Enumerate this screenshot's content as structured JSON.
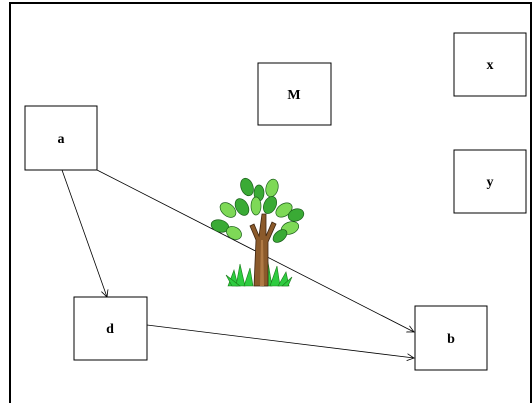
{
  "diagram": {
    "nodes": [
      {
        "id": "a",
        "label": "a"
      },
      {
        "id": "M",
        "label": "M"
      },
      {
        "id": "x",
        "label": "x"
      },
      {
        "id": "y",
        "label": "y"
      },
      {
        "id": "d",
        "label": "d"
      },
      {
        "id": "b",
        "label": "b"
      }
    ],
    "edges": [
      {
        "from": "a",
        "to": "d"
      },
      {
        "from": "a",
        "to": "b"
      },
      {
        "from": "d",
        "to": "b"
      }
    ],
    "illustration": {
      "icon": "tree-icon",
      "colors": {
        "leaf": "#3aaa35",
        "leaf_light": "#7ed957",
        "trunk": "#8b5a2b",
        "grass": "#2ecc40"
      }
    }
  }
}
